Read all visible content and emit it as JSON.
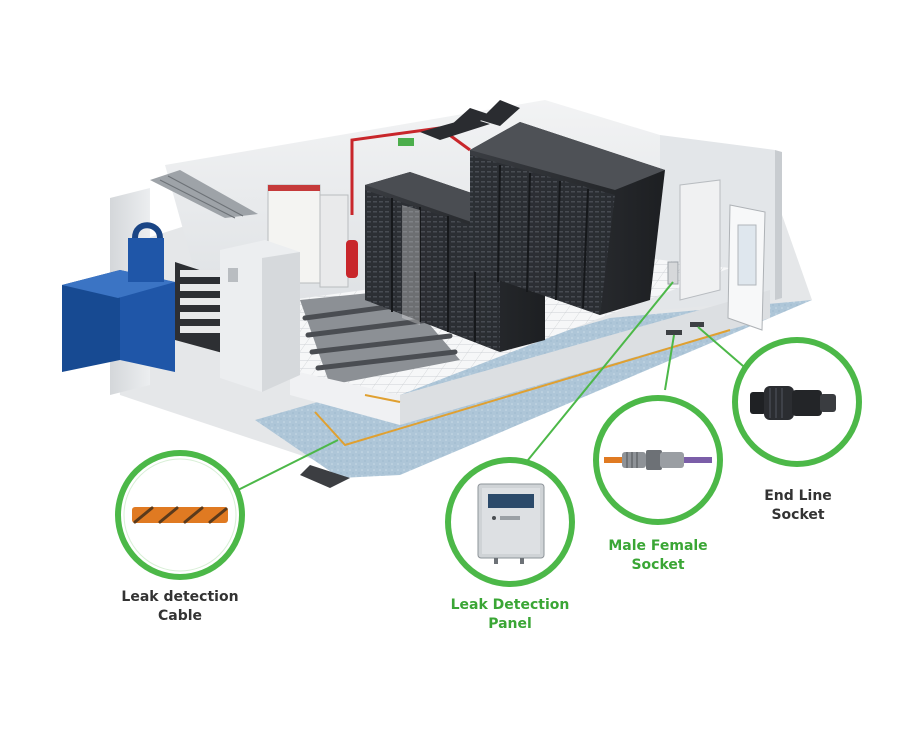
{
  "callouts": [
    {
      "id": "leak-detection-cable",
      "lines": [
        "Leak detection",
        "Cable"
      ],
      "color": "#333333"
    },
    {
      "id": "leak-detection-panel",
      "lines": [
        "Leak Detection",
        "Panel"
      ],
      "color": "#3aa635"
    },
    {
      "id": "male-female-socket",
      "lines": [
        "Male Female",
        "Socket"
      ],
      "color": "#3aa635"
    },
    {
      "id": "end-line-socket",
      "lines": [
        "End Line",
        "Socket"
      ],
      "color": "#333333"
    }
  ],
  "colors": {
    "accent_green": "#4cb848",
    "cable_orange": "#e07a22",
    "floor_blue": "#a9c3d6",
    "rack_dark": "#2a2c30",
    "generator_blue": "#1f56a8",
    "pipe_red": "#c8262b"
  }
}
